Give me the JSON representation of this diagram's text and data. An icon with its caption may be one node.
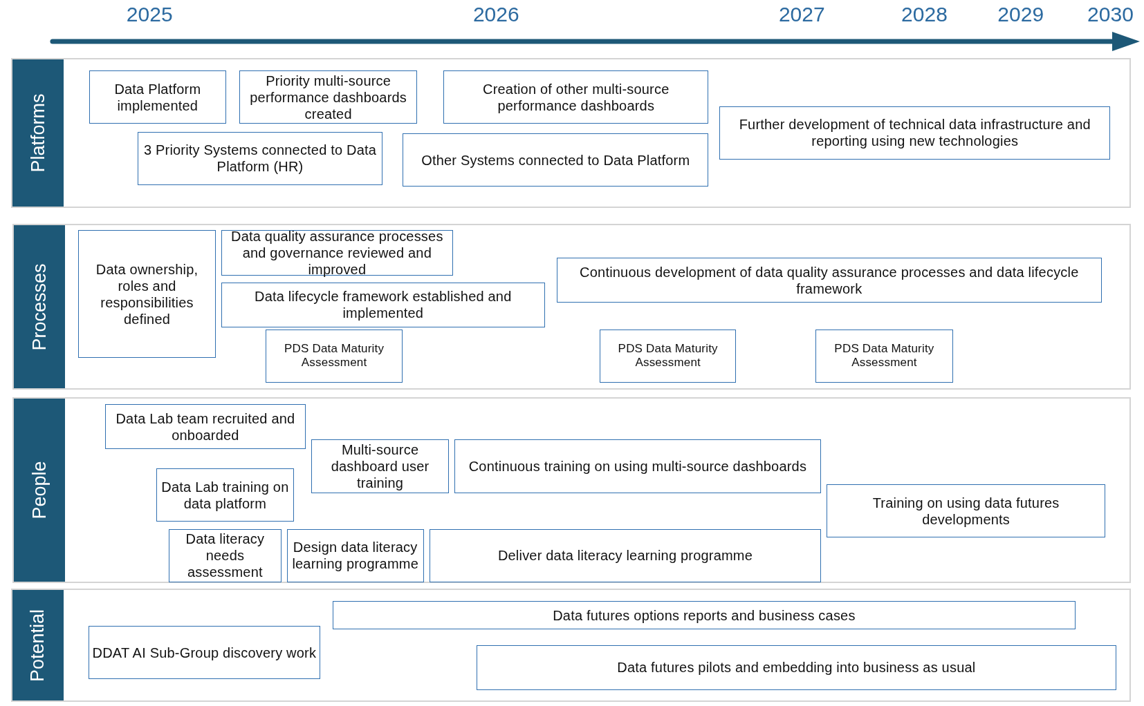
{
  "diagram": {
    "nodes": [
      {
        "text": [
          "Platforms"
        ]
      },
      {
        "text": [
          "Data Platform implemented"
        ],
        "in": 0
      },
      {
        "text": [
          "Priority multi-source performance dashboards created"
        ],
        "in": 0
      },
      {
        "text": [
          "Creation of other multi-source performance dashboards"
        ],
        "in": 0
      },
      {
        "text": [
          "Further development of technical data infrastructure and reporting using new technologies"
        ],
        "in": 0
      },
      {
        "text": [
          "3 Priority Systems connected to Data Platform (HR)"
        ],
        "in": 0
      },
      {
        "text": [
          "Other Systems connected to Data Platform"
        ],
        "in": 0
      },
      {
        "text": [
          "Processes"
        ]
      },
      {
        "text": [
          "Data ownership, roles and responsibilities defined"
        ],
        "in": 7
      },
      {
        "text": [
          "Data quality assurance processes and governance reviewed and improved"
        ],
        "in": 7
      },
      {
        "text": [
          "Continuous development of data quality assurance processes and data lifecycle framework"
        ],
        "in": 7
      },
      {
        "text": [
          "Data lifecycle framework established and implemented"
        ],
        "in": 7
      },
      {
        "text": [
          "PDS Data Maturity Assessment"
        ],
        "in": 7
      },
      {
        "text": [
          "PDS Data Maturity Assessment"
        ],
        "in": 7
      },
      {
        "text": [
          "PDS Data Maturity Assessment"
        ],
        "in": 7
      },
      {
        "text": [
          "People"
        ]
      },
      {
        "text": [
          "Data Lab team recruited and onboarded"
        ],
        "in": 15
      },
      {
        "text": [
          "Multi-source dashboard user training"
        ],
        "in": 15
      },
      {
        "text": [
          "Continuous training on using multi-source dashboards"
        ],
        "in": 15
      },
      {
        "text": [
          "Data Lab training on data platform"
        ],
        "in": 15
      },
      {
        "text": [
          "Training on using data futures developments"
        ],
        "in": 15
      },
      {
        "text": [
          "Data literacy needs assessment"
        ],
        "in": 15
      },
      {
        "text": [
          "Design data literacy learning programme"
        ],
        "in": 15
      },
      {
        "text": [
          "Deliver data literacy learning programme"
        ],
        "in": 15
      },
      {
        "text": [
          "Potential"
        ]
      },
      {
        "text": [
          "Data futures options reports and business cases"
        ],
        "in": 24
      },
      {
        "text": [
          "DDAT AI Sub-Group discovery work"
        ],
        "in": 24
      },
      {
        "text": [
          "Data futures pilots and embedding into business as usual"
        ],
        "in": 24
      }
    ],
    "edges": [],
    "labels": [
      "2025",
      "2026",
      "2027",
      "2028",
      "2029",
      "2030"
    ]
  }
}
